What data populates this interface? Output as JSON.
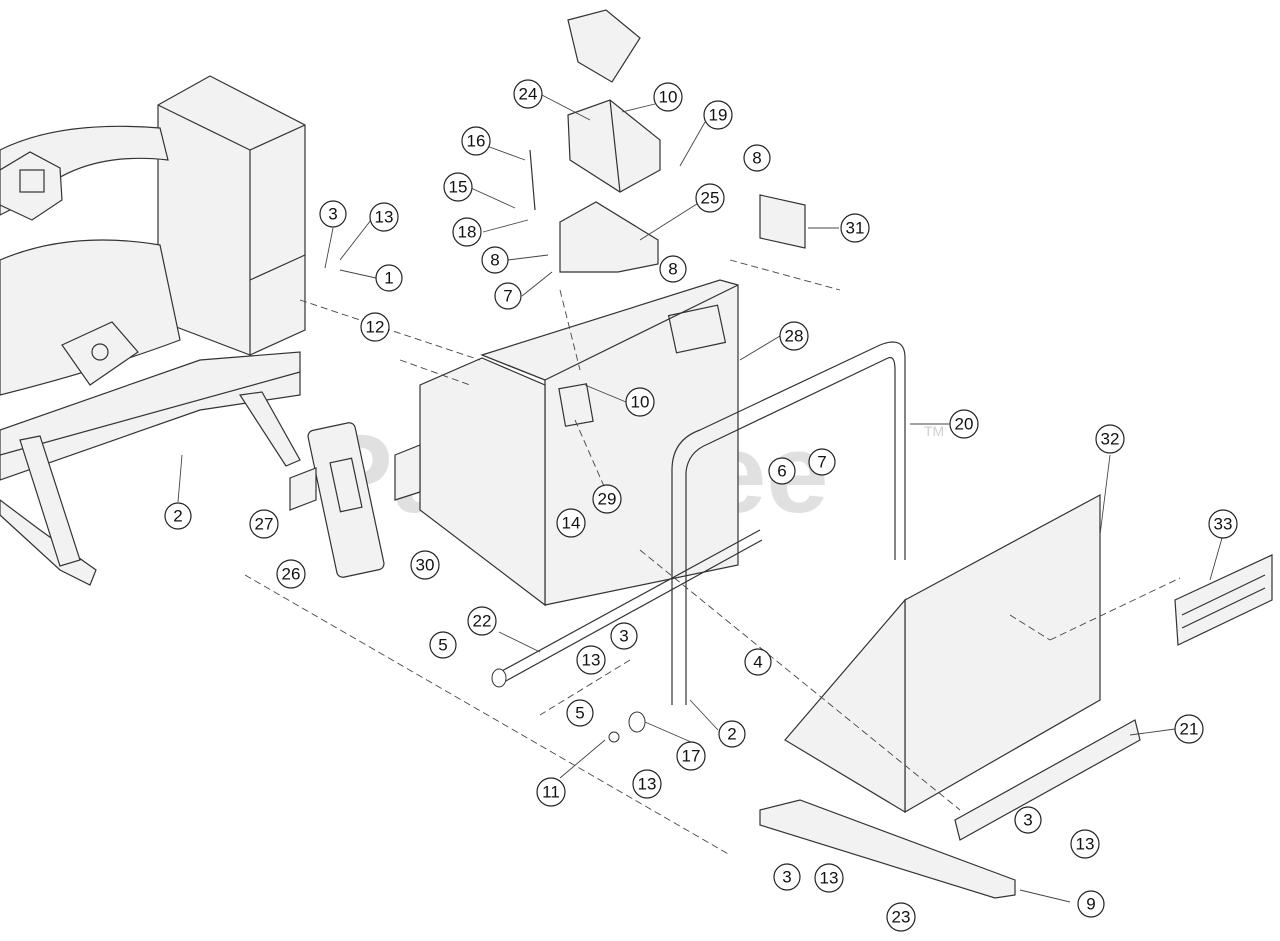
{
  "watermark": {
    "text": "PartsTree",
    "mark": "TM"
  },
  "callouts": [
    {
      "id": "c1",
      "label": "1"
    },
    {
      "id": "c2a",
      "label": "2"
    },
    {
      "id": "c2b",
      "label": "2"
    },
    {
      "id": "c3a",
      "label": "3"
    },
    {
      "id": "c3b",
      "label": "3"
    },
    {
      "id": "c3c",
      "label": "3"
    },
    {
      "id": "c3d",
      "label": "3"
    },
    {
      "id": "c4",
      "label": "4"
    },
    {
      "id": "c5a",
      "label": "5"
    },
    {
      "id": "c5b",
      "label": "5"
    },
    {
      "id": "c6",
      "label": "6"
    },
    {
      "id": "c7a",
      "label": "7"
    },
    {
      "id": "c7b",
      "label": "7"
    },
    {
      "id": "c8a",
      "label": "8"
    },
    {
      "id": "c8b",
      "label": "8"
    },
    {
      "id": "c8c",
      "label": "8"
    },
    {
      "id": "c9",
      "label": "9"
    },
    {
      "id": "c10a",
      "label": "10"
    },
    {
      "id": "c10b",
      "label": "10"
    },
    {
      "id": "c11",
      "label": "11"
    },
    {
      "id": "c12",
      "label": "12"
    },
    {
      "id": "c13a",
      "label": "13"
    },
    {
      "id": "c13b",
      "label": "13"
    },
    {
      "id": "c13c",
      "label": "13"
    },
    {
      "id": "c13d",
      "label": "13"
    },
    {
      "id": "c13e",
      "label": "13"
    },
    {
      "id": "c14",
      "label": "14"
    },
    {
      "id": "c15",
      "label": "15"
    },
    {
      "id": "c16",
      "label": "16"
    },
    {
      "id": "c17",
      "label": "17"
    },
    {
      "id": "c18",
      "label": "18"
    },
    {
      "id": "c19",
      "label": "19"
    },
    {
      "id": "c20",
      "label": "20"
    },
    {
      "id": "c21",
      "label": "21"
    },
    {
      "id": "c22",
      "label": "22"
    },
    {
      "id": "c23",
      "label": "23"
    },
    {
      "id": "c24",
      "label": "24"
    },
    {
      "id": "c25",
      "label": "25"
    },
    {
      "id": "c26",
      "label": "26"
    },
    {
      "id": "c27",
      "label": "27"
    },
    {
      "id": "c28",
      "label": "28"
    },
    {
      "id": "c29",
      "label": "29"
    },
    {
      "id": "c30",
      "label": "30"
    },
    {
      "id": "c31",
      "label": "31"
    },
    {
      "id": "c32",
      "label": "32"
    },
    {
      "id": "c33",
      "label": "33"
    }
  ]
}
